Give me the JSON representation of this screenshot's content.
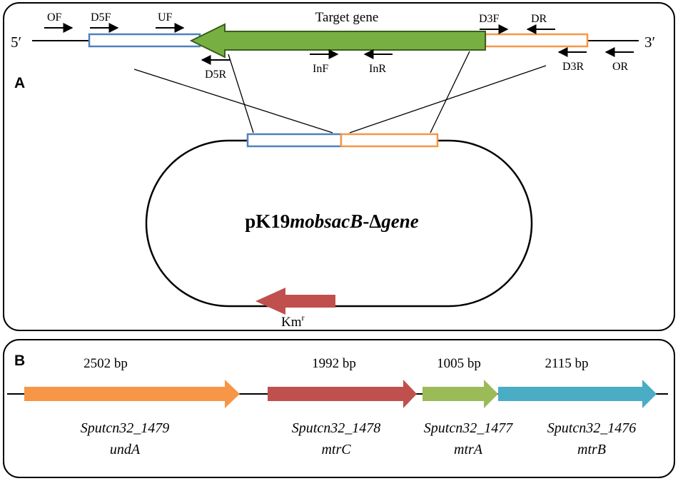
{
  "panel_a": {
    "label": "A",
    "five_prime": "5′",
    "three_prime": "3′",
    "target_gene": "Target gene",
    "primers": {
      "of": "OF",
      "d5f": "D5F",
      "uf": "UF",
      "d5r": "D5R",
      "inf": "InF",
      "inr": "InR",
      "d3f": "D3F",
      "dr": "DR",
      "d3r": "D3R",
      "or": "OR"
    },
    "plasmid": {
      "name_prefix": "pK19",
      "name_italic": "mobsacB",
      "name_dash": "-Δ",
      "name_suffix": "gene"
    },
    "resistance": {
      "base": "Km",
      "superscript": "r"
    }
  },
  "panel_b": {
    "label": "B",
    "genes": [
      {
        "size": "2502 bp",
        "locus": "Sputcn32_1479",
        "name": "undA",
        "color": "#F79646"
      },
      {
        "size": "1992 bp",
        "locus": "Sputcn32_1478",
        "name": "mtrC",
        "color": "#C0504D"
      },
      {
        "size": "1005 bp",
        "locus": "Sputcn32_1477",
        "name": "mtrA",
        "color": "#9BBB59"
      },
      {
        "size": "2115 bp",
        "locus": "Sputcn32_1476",
        "name": "mtrB",
        "color": "#4BACC6"
      }
    ]
  },
  "colors": {
    "upstream_fragment": "#4F81BD",
    "downstream_fragment": "#F79646",
    "target_gene": "#77B041",
    "target_gene_border": "#3A5F1B",
    "km_arrow": "#C0504D"
  }
}
